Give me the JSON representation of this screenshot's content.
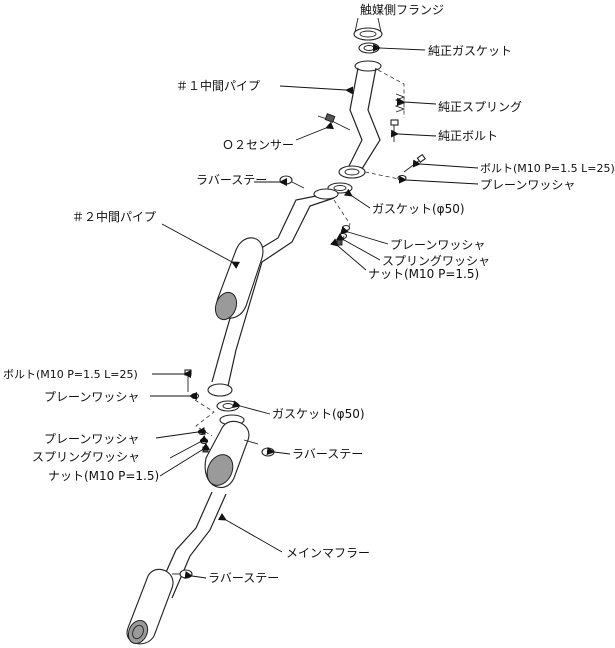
{
  "labels": {
    "catalyst_flange": "触媒側フランジ",
    "genuine_gasket": "純正ガスケット",
    "mid_pipe_1": "＃１中間パイプ",
    "genuine_spring": "純正スプリング",
    "genuine_bolt": "純正ボルト",
    "o2_sensor": "Ｏ２センサー",
    "bolt_upper": "ボルト(M10 P=1.5 L=25)",
    "rubber_stay_upper": "ラバーステー",
    "plain_washer_upper": "プレーンワッシャ",
    "gasket_upper": "ガスケット(φ50)",
    "mid_pipe_2": "＃２中間パイプ",
    "plain_washer_mid": "プレーンワッシャ",
    "spring_washer_mid": "スプリングワッシャ",
    "nut_mid": "ナット(M10 P=1.5)",
    "bolt_lower": "ボルト(M10 P=1.5 L=25)",
    "plain_washer_lower_left": "プレーンワッシャ",
    "gasket_lower": "ガスケット(φ50)",
    "plain_washer_lower": "プレーンワッシャ",
    "rubber_stay_mid": "ラバーステー",
    "spring_washer_lower": "スプリングワッシャ",
    "nut_lower": "ナット(M10 P=1.5)",
    "main_muffler": "メインマフラー",
    "rubber_stay_lower": "ラバーステー"
  }
}
